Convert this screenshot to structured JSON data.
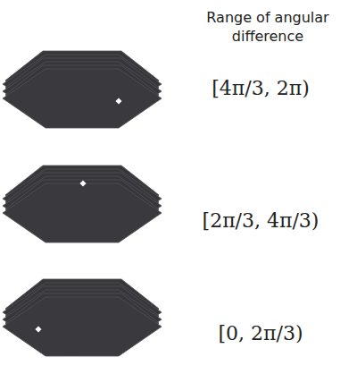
{
  "diagram": {
    "labels": [
      "Range of angular difference",
      "[4π/3, 2π)",
      "[2π/3, 4π/3)",
      "[0, 2π/3)"
    ]
  }
}
